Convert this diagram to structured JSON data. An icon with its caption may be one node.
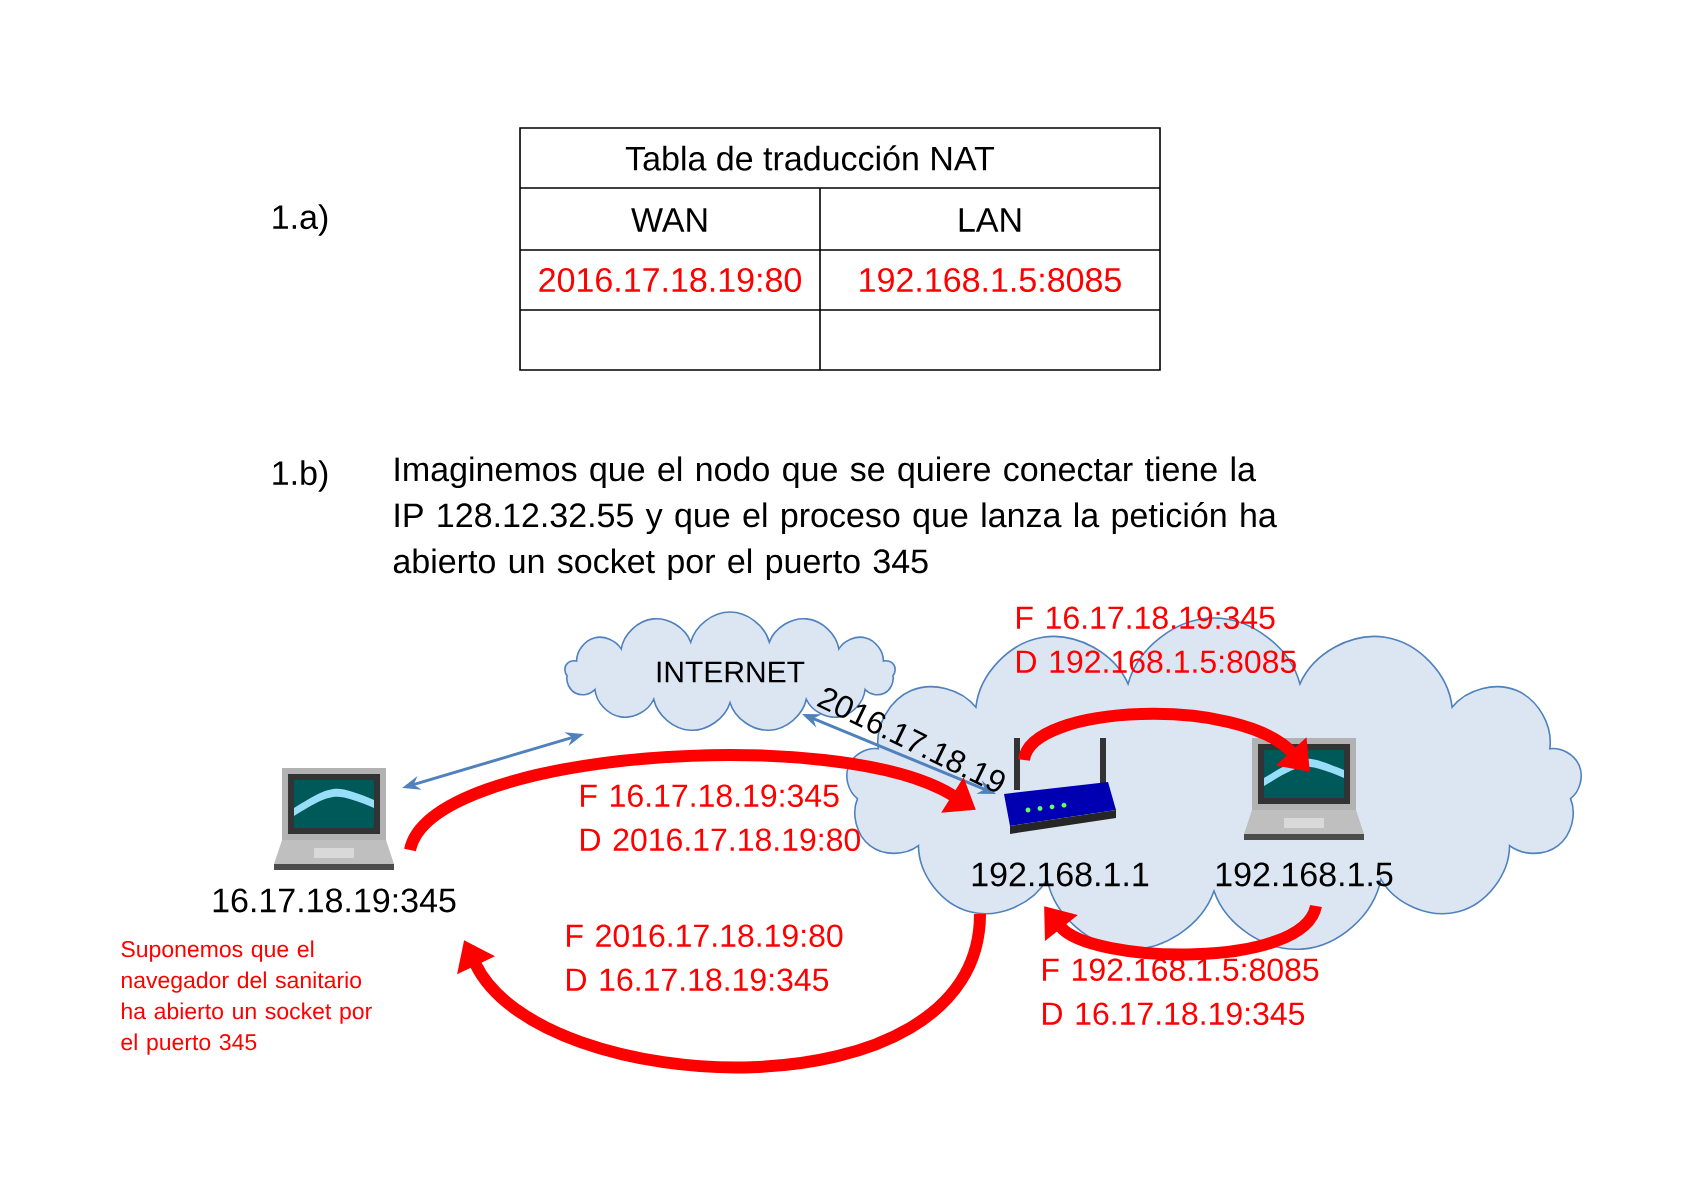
{
  "diagram": {
    "nodes": [
      {
        "text": [],
        "shape": "picture",
        "beside": [
          "16.17.18.19:345"
        ]
      },
      {
        "text": [
          "INTERNET"
        ]
      },
      {
        "text": [],
        "shape": "cloud"
      },
      {
        "text": [],
        "shape": "picture",
        "in": 2,
        "beside": [
          "192.168.1.1"
        ]
      },
      {
        "text": [],
        "shape": "picture",
        "in": 2,
        "beside": [
          "192.168.1.5"
        ]
      }
    ],
    "edges": [
      {
        "from": 0,
        "to": 1,
        "arrow": "both",
        "color": "#4f81bd"
      },
      {
        "from": 1,
        "to": 3,
        "arrow": "both",
        "color": "#4f81bd",
        "label": "2016.17.18.19"
      },
      {
        "from": 0,
        "to": 3,
        "arrow": "to",
        "label": "F 16.17.18.19:345 D 2016.17.18.19:80"
      },
      {
        "from": 3,
        "to": 0,
        "arrow": "to",
        "label": "F 2016.17.18.19:80 D 16.17.18.19:345"
      },
      {
        "from": 3,
        "to": 4,
        "arrow": "to",
        "label": "F 16.17.18.19:345 D 192.168.1.5:8085"
      },
      {
        "from": 4,
        "to": 3,
        "arrow": "to",
        "label": "F 192.168.1.5:8085 D 16.17.18.19:345"
      }
    ],
    "labels": [
      "1.a)",
      "Tabla de traducción NAT",
      "WAN",
      "LAN",
      "2016.17.18.19:80",
      "192.168.1.5:8085",
      "1.b)",
      "Imaginemos que el nodo que se quiere conectar tiene la IP 128.12.32.55 y que el proceso que lanza la petición ha abierto un socket por el puerto 345",
      "Suponemos que el navegador del sanitario ha abierto un socket por el puerto 345"
    ]
  }
}
